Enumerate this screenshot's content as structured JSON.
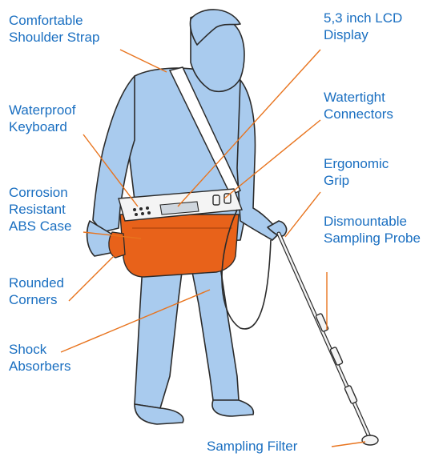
{
  "colors": {
    "label_text": "#1a6fc1",
    "leader_line": "#e8741e",
    "figure_fill": "#a9cbee",
    "figure_outline": "#2b2b2b",
    "case_fill": "#e8621a",
    "device_top": "#f4f4f4"
  },
  "labels": {
    "strap": [
      "Comfortable",
      "Shoulder Strap"
    ],
    "lcd": [
      "5,3 inch LCD",
      "Display"
    ],
    "keyboard": [
      "Waterproof",
      "Keyboard"
    ],
    "connectors": [
      "Watertight",
      "Connectors"
    ],
    "grip": [
      "Ergonomic",
      "Grip"
    ],
    "case": [
      "Corrosion",
      "Resistant",
      "ABS Case"
    ],
    "probe": [
      "Dismountable",
      "Sampling Probe"
    ],
    "corners": [
      "Rounded",
      "Corners"
    ],
    "shock": [
      "Shock",
      "Absorbers"
    ],
    "filter": [
      "Sampling Filter"
    ]
  }
}
